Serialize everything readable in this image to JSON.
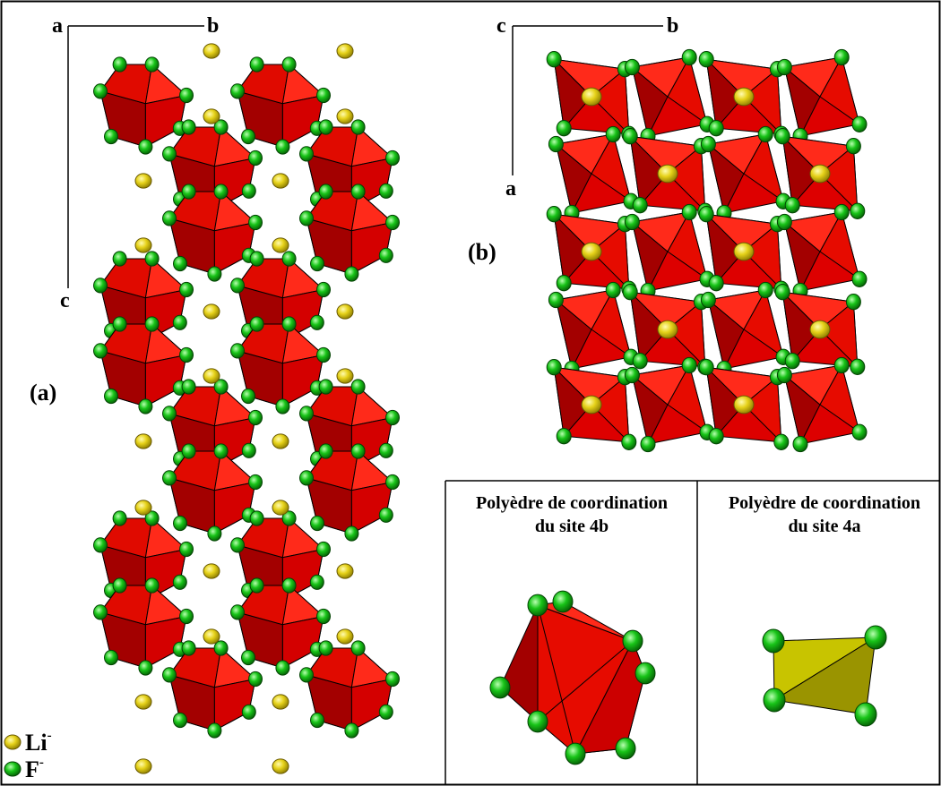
{
  "panel_a": {
    "axis_origin_label": "a",
    "axis_right_label": "b",
    "axis_down_label": "c",
    "panel_label": "(a)"
  },
  "panel_b": {
    "axis_origin_label": "c",
    "axis_right_label": "b",
    "axis_down_label": "a",
    "panel_label": "(b)"
  },
  "inset_4b": {
    "title_line1": "Polyèdre de coordination",
    "title_line2": "du site 4b"
  },
  "inset_4a": {
    "title_line1": "Polyèdre de coordination",
    "title_line2": "du site 4a"
  },
  "legend": {
    "items": [
      {
        "symbol": "Li",
        "charge": "-",
        "icon": "yellow-sphere-icon"
      },
      {
        "symbol": "F",
        "charge": "-",
        "icon": "green-sphere-icon"
      }
    ]
  },
  "colors": {
    "polyhedron_light": "#ff2a1a",
    "polyhedron_mid": "#dd0000",
    "polyhedron_dark": "#a30000",
    "li_atom": "#e6d21a",
    "f_atom": "#18c418",
    "tetra_light": "#c8c400",
    "tetra_dark": "#9a9400"
  }
}
